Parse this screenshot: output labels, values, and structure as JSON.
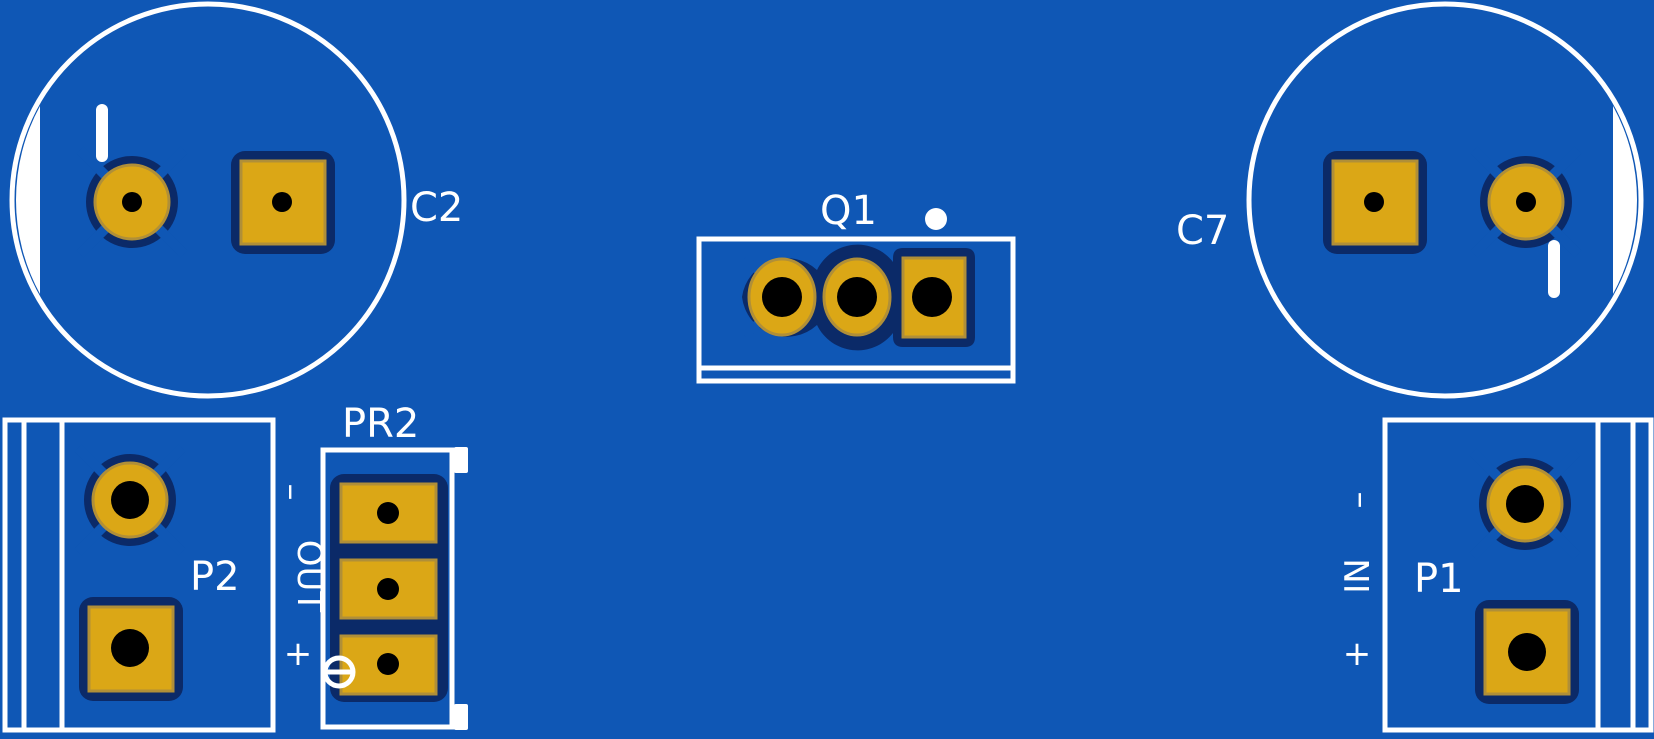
{
  "board": {
    "copper_color": "#0f57b5",
    "silkscreen_color": "#ffffff",
    "pad_color": "#dba716",
    "solder_mask_relief_color": "#0b2a68",
    "drill_color": "#000000"
  },
  "components": {
    "c2": {
      "designator": "C2"
    },
    "c7": {
      "designator": "C7"
    },
    "q1": {
      "designator": "Q1"
    },
    "pr2": {
      "designator": "PR2"
    },
    "p2": {
      "designator": "P2",
      "minus": "–",
      "label": "OUT",
      "plus": "+"
    },
    "p1": {
      "designator": "P1",
      "minus": "–",
      "label": "IN",
      "plus": "+"
    }
  }
}
